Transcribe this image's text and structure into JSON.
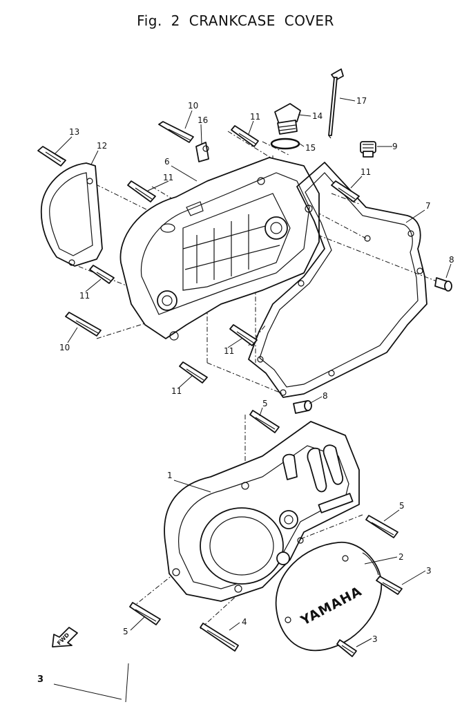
{
  "figure": {
    "title": "Fig. 2   CRANKCASE COVER",
    "page_number": "3"
  },
  "callouts": [
    "1",
    "2",
    "3",
    "3",
    "4",
    "5",
    "5",
    "5",
    "6",
    "7",
    "8",
    "8",
    "9",
    "10",
    "10",
    "11",
    "11",
    "11",
    "11",
    "11",
    "11",
    "12",
    "13",
    "14",
    "15",
    "16",
    "17"
  ],
  "badges": {
    "fwd": "FWD",
    "yamaha": "YAMAHA"
  }
}
